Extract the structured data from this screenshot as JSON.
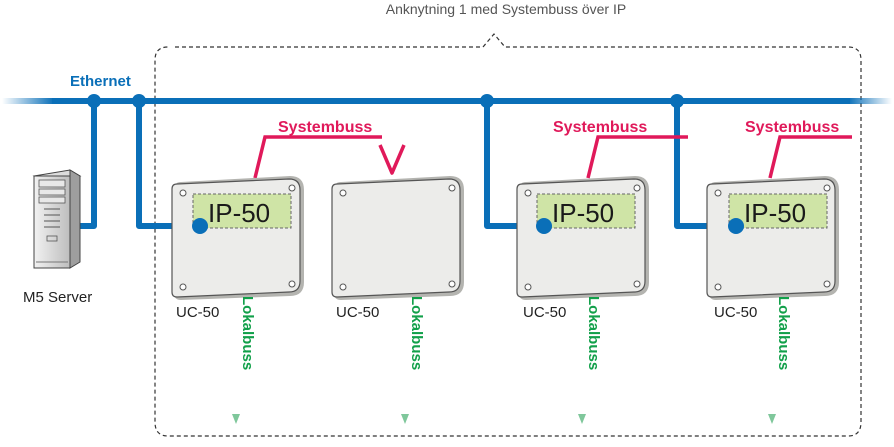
{
  "caption": "Anknytning 1 med Systembuss över IP",
  "network": {
    "label": "Ethernet"
  },
  "server": {
    "label": "M5 Server"
  },
  "units": [
    {
      "name": "UC-50",
      "module": "IP-50",
      "systembus": "Systembuss",
      "localbus": "Lokalbuss"
    },
    {
      "name": "UC-50",
      "module": "",
      "systembus": "",
      "localbus": "Lokalbuss"
    },
    {
      "name": "UC-50",
      "module": "IP-50",
      "systembus": "Systembuss",
      "localbus": "Lokalbuss"
    },
    {
      "name": "UC-50",
      "module": "IP-50",
      "systembus": "Systembuss",
      "localbus": "Lokalbuss"
    }
  ],
  "colors": {
    "ethernet": "#0a6fb8",
    "systembus": "#e0195a",
    "localbus": "#12a04a",
    "module_fill": "#cfe4a6",
    "unit_fill": "#ececea",
    "border": "#555555"
  }
}
